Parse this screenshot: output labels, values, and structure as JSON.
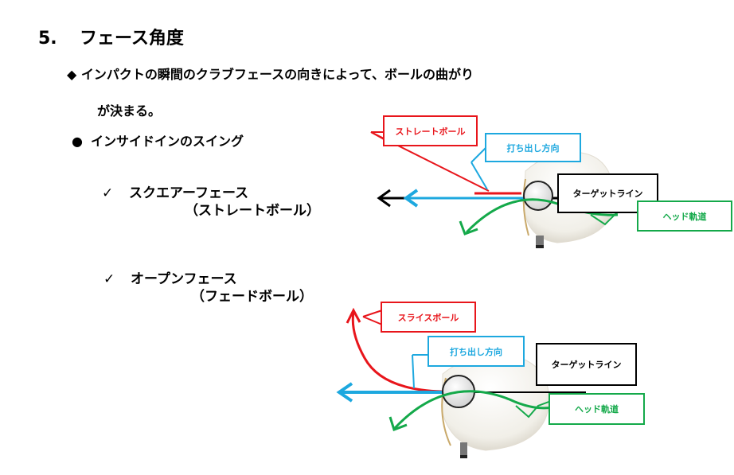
{
  "heading": {
    "number": "5.",
    "title": "フェース角度"
  },
  "intro": {
    "marker": "◆",
    "line1": "インパクトの瞬間のクラブフェースの向きによって、ボールの曲がり",
    "line2": "が決まる。"
  },
  "section": {
    "marker": "●",
    "label": "インサイドインのスイング"
  },
  "items": [
    {
      "check": "✓",
      "face": "スクエアーフェース",
      "result": "（ストレートボール）"
    },
    {
      "check": "✓",
      "face": "オープンフェース",
      "result": "（フェードボール）"
    }
  ],
  "diagram1": {
    "ball_label": "ストレートボール",
    "direction_label": "打ち出し方向",
    "target_label": "ターゲットライン",
    "path_label": "ヘッド軌道"
  },
  "diagram2": {
    "ball_label": "スライスボール",
    "direction_label": "打ち出し方向",
    "target_label": "ターゲットライン",
    "path_label": "ヘッド軌道"
  },
  "colors": {
    "ball": "#e8151b",
    "direction": "#1da8df",
    "path": "#14a94a",
    "target": "#000000"
  }
}
